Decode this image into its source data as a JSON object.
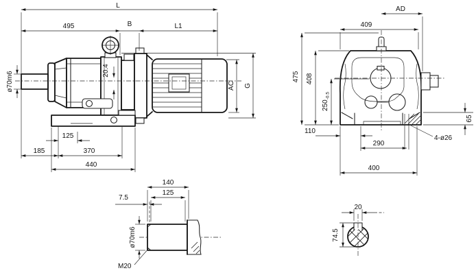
{
  "drawing": {
    "kind": "gear-reducer-dimension-drawing",
    "colors": {
      "line": "#161616",
      "background": "#ffffff"
    },
    "side_view": {
      "dims": {
        "overall_length": "L",
        "len_495": "495",
        "len_B": "B",
        "len_L1": "L1",
        "shaft_dia": "ø70m6",
        "off_204": "20.4",
        "motor_dia": "AC",
        "height_G": "G",
        "foot_125": "125",
        "foot_185": "185",
        "foot_370": "370",
        "foot_440": "440"
      }
    },
    "end_view": {
      "dims": {
        "width_AD": "AD",
        "width_409": "409",
        "height_475": "475",
        "height_408": "408",
        "center_250": "250",
        "center_250_tol": "-0.5",
        "foot_110": "110",
        "bolt_span_290": "290",
        "base_400": "400",
        "foot_h_65": "65",
        "bolt_holes": "4-ø26"
      }
    },
    "shaft_detail": {
      "dims": {
        "len_140": "140",
        "len_125": "125",
        "chamfer_75": "7.5",
        "dia": "ø70m6",
        "thread": "M20"
      }
    },
    "shaft_section": {
      "dims": {
        "key_width_20": "20",
        "key_height_745": "74.5"
      }
    }
  }
}
